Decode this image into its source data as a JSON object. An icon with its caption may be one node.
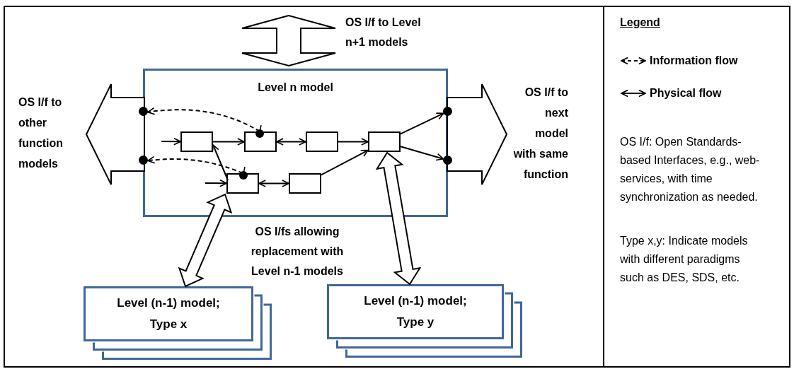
{
  "diagram": {
    "nodes": [
      {
        "text": [
          "Level n model"
        ]
      },
      {
        "text": [],
        "shape": "box",
        "in": 0
      },
      {
        "text": [],
        "shape": "box",
        "in": 0
      },
      {
        "text": [],
        "shape": "box",
        "in": 0
      },
      {
        "text": [],
        "shape": "box",
        "in": 0
      },
      {
        "text": [],
        "shape": "box",
        "in": 0
      },
      {
        "text": [],
        "shape": "box",
        "in": 0
      },
      {
        "text": [],
        "shape": "circle"
      },
      {
        "text": [],
        "shape": "circle"
      },
      {
        "text": [],
        "shape": "circle"
      },
      {
        "text": [],
        "shape": "circle"
      },
      {
        "text": [
          "OS I/f to Level n+1 models"
        ]
      },
      {
        "text": [
          "OS I/f to other function models"
        ]
      },
      {
        "text": [
          "OS I/f to next model with same function"
        ]
      },
      {
        "text": [
          "Level (n-1) model; Type x"
        ]
      },
      {
        "text": [
          "Level (n-1) model; Type y"
        ]
      }
    ],
    "edges": [
      {
        "from": null,
        "to": 1,
        "arrow": "to"
      },
      {
        "from": 1,
        "to": 2,
        "arrow": "to"
      },
      {
        "from": 2,
        "to": 3,
        "arrow": "both"
      },
      {
        "from": 3,
        "to": 4,
        "arrow": "to"
      },
      {
        "from": 5,
        "to": 1,
        "arrow": "to"
      },
      {
        "from": 5,
        "to": 6,
        "arrow": "both"
      },
      {
        "from": null,
        "to": 5,
        "arrow": "to"
      },
      {
        "from": 6,
        "to": 4,
        "arrow": "to"
      },
      {
        "from": 4,
        "to": 9,
        "arrow": "to"
      },
      {
        "from": 4,
        "to": 10,
        "arrow": "to"
      },
      {
        "from": 2,
        "to": 7,
        "arrow": "to",
        "style": "dashed"
      },
      {
        "from": 5,
        "to": 8,
        "arrow": "to",
        "style": "dashed"
      },
      {
        "from": 14,
        "to": 5,
        "arrow": "both",
        "style": "thick"
      },
      {
        "from": 4,
        "to": 15,
        "arrow": "both",
        "style": "thick"
      }
    ],
    "labels": [
      "OS I/fs allowing replacement with Level n-1 models",
      "Legend",
      "OS I/f: Open Standards-based Interfaces, e.g., web-services, with time synchronization as needed.",
      "Type x,y: Indicate models with different paradigms such as DES, SDS, etc."
    ],
    "legend": [
      {
        "text": "Information flow"
      },
      {
        "text": "Physical flow"
      }
    ]
  }
}
